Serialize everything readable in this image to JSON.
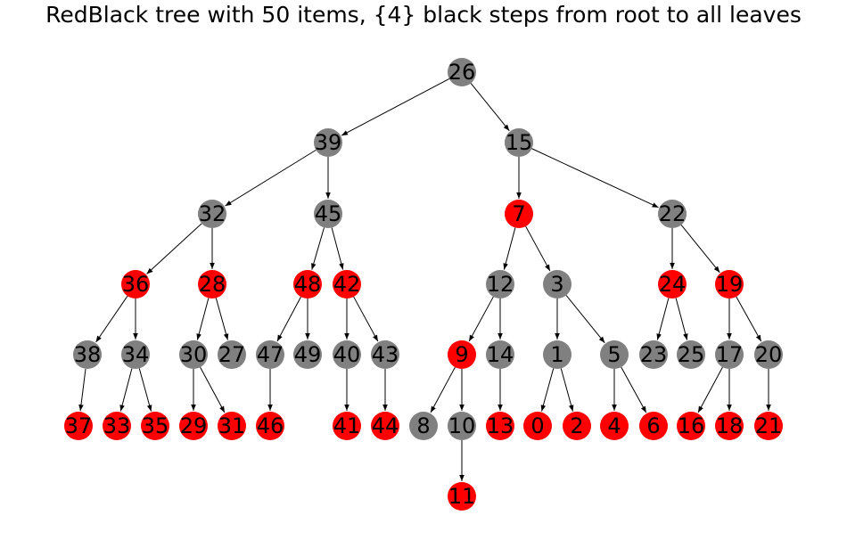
{
  "title": "RedBlack tree with 50 items, {4} black steps from root to all leaves",
  "colors": {
    "black_node": "#808080",
    "red_node": "#ff0000",
    "edge": "#000000"
  },
  "nodes": [
    {
      "label": "26",
      "color": "black"
    },
    {
      "label": "39",
      "color": "black"
    },
    {
      "label": "15",
      "color": "black"
    },
    {
      "label": "32",
      "color": "black"
    },
    {
      "label": "45",
      "color": "black"
    },
    {
      "label": "7",
      "color": "red"
    },
    {
      "label": "22",
      "color": "black"
    },
    {
      "label": "36",
      "color": "red"
    },
    {
      "label": "28",
      "color": "red"
    },
    {
      "label": "48",
      "color": "red"
    },
    {
      "label": "42",
      "color": "red"
    },
    {
      "label": "12",
      "color": "black"
    },
    {
      "label": "3",
      "color": "black"
    },
    {
      "label": "24",
      "color": "red"
    },
    {
      "label": "19",
      "color": "red"
    },
    {
      "label": "38",
      "color": "black"
    },
    {
      "label": "34",
      "color": "black"
    },
    {
      "label": "30",
      "color": "black"
    },
    {
      "label": "27",
      "color": "black"
    },
    {
      "label": "47",
      "color": "black"
    },
    {
      "label": "49",
      "color": "black"
    },
    {
      "label": "40",
      "color": "black"
    },
    {
      "label": "43",
      "color": "black"
    },
    {
      "label": "9",
      "color": "red"
    },
    {
      "label": "14",
      "color": "black"
    },
    {
      "label": "1",
      "color": "black"
    },
    {
      "label": "5",
      "color": "black"
    },
    {
      "label": "23",
      "color": "black"
    },
    {
      "label": "25",
      "color": "black"
    },
    {
      "label": "17",
      "color": "black"
    },
    {
      "label": "20",
      "color": "black"
    },
    {
      "label": "37",
      "color": "red"
    },
    {
      "label": "33",
      "color": "red"
    },
    {
      "label": "35",
      "color": "red"
    },
    {
      "label": "29",
      "color": "red"
    },
    {
      "label": "31",
      "color": "red"
    },
    {
      "label": "46",
      "color": "red"
    },
    {
      "label": "41",
      "color": "red"
    },
    {
      "label": "44",
      "color": "red"
    },
    {
      "label": "8",
      "color": "black"
    },
    {
      "label": "10",
      "color": "black"
    },
    {
      "label": "13",
      "color": "red"
    },
    {
      "label": "0",
      "color": "red"
    },
    {
      "label": "2",
      "color": "red"
    },
    {
      "label": "4",
      "color": "red"
    },
    {
      "label": "6",
      "color": "red"
    },
    {
      "label": "16",
      "color": "red"
    },
    {
      "label": "18",
      "color": "red"
    },
    {
      "label": "21",
      "color": "red"
    },
    {
      "label": "11",
      "color": "red"
    }
  ],
  "edges": [
    [
      "26",
      "39"
    ],
    [
      "26",
      "15"
    ],
    [
      "39",
      "32"
    ],
    [
      "39",
      "45"
    ],
    [
      "15",
      "7"
    ],
    [
      "15",
      "22"
    ],
    [
      "32",
      "36"
    ],
    [
      "32",
      "28"
    ],
    [
      "45",
      "48"
    ],
    [
      "45",
      "42"
    ],
    [
      "7",
      "12"
    ],
    [
      "7",
      "3"
    ],
    [
      "22",
      "24"
    ],
    [
      "22",
      "19"
    ],
    [
      "36",
      "38"
    ],
    [
      "36",
      "34"
    ],
    [
      "28",
      "30"
    ],
    [
      "28",
      "27"
    ],
    [
      "48",
      "47"
    ],
    [
      "48",
      "49"
    ],
    [
      "42",
      "40"
    ],
    [
      "42",
      "43"
    ],
    [
      "12",
      "9"
    ],
    [
      "12",
      "14"
    ],
    [
      "3",
      "1"
    ],
    [
      "3",
      "5"
    ],
    [
      "24",
      "23"
    ],
    [
      "24",
      "25"
    ],
    [
      "19",
      "17"
    ],
    [
      "19",
      "20"
    ],
    [
      "38",
      "37"
    ],
    [
      "34",
      "33"
    ],
    [
      "34",
      "35"
    ],
    [
      "30",
      "29"
    ],
    [
      "30",
      "31"
    ],
    [
      "47",
      "46"
    ],
    [
      "40",
      "41"
    ],
    [
      "43",
      "44"
    ],
    [
      "9",
      "8"
    ],
    [
      "9",
      "10"
    ],
    [
      "14",
      "13"
    ],
    [
      "1",
      "0"
    ],
    [
      "1",
      "2"
    ],
    [
      "5",
      "4"
    ],
    [
      "5",
      "6"
    ],
    [
      "17",
      "16"
    ],
    [
      "17",
      "18"
    ],
    [
      "20",
      "21"
    ],
    [
      "10",
      "11"
    ]
  ]
}
